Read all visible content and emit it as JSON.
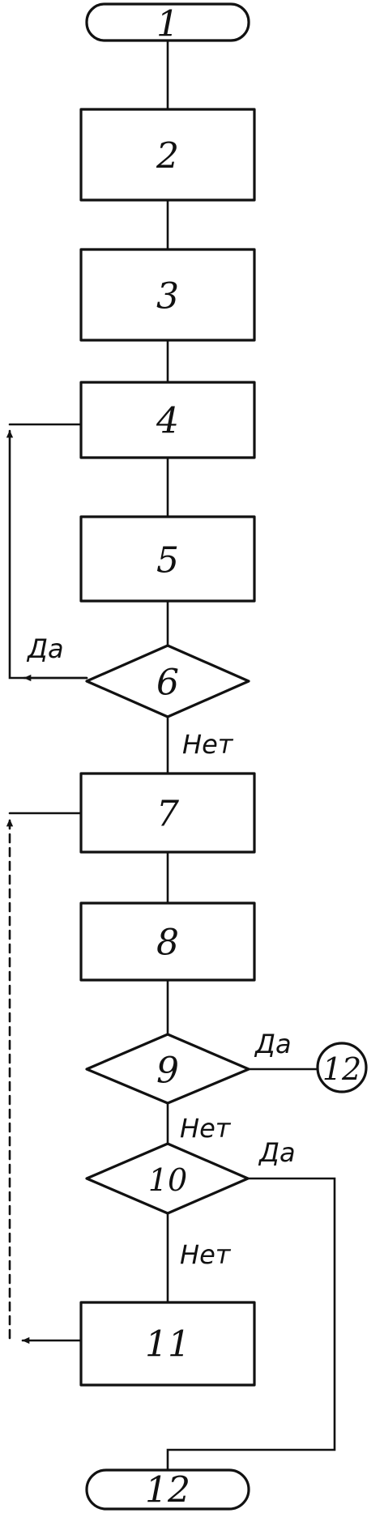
{
  "flowchart": {
    "nodes": {
      "n1": "1",
      "n2": "2",
      "n3": "3",
      "n4": "4",
      "n5": "5",
      "n6": "6",
      "n7": "7",
      "n8": "8",
      "n9": "9",
      "n10": "10",
      "n11": "11",
      "n12": "12",
      "connector": "12"
    },
    "labels": {
      "d6_yes": "Да",
      "d6_no": "Нет",
      "d9_yes": "Да",
      "d9_no": "Нет",
      "d10_yes": "Да",
      "d10_no": "Нет"
    }
  }
}
